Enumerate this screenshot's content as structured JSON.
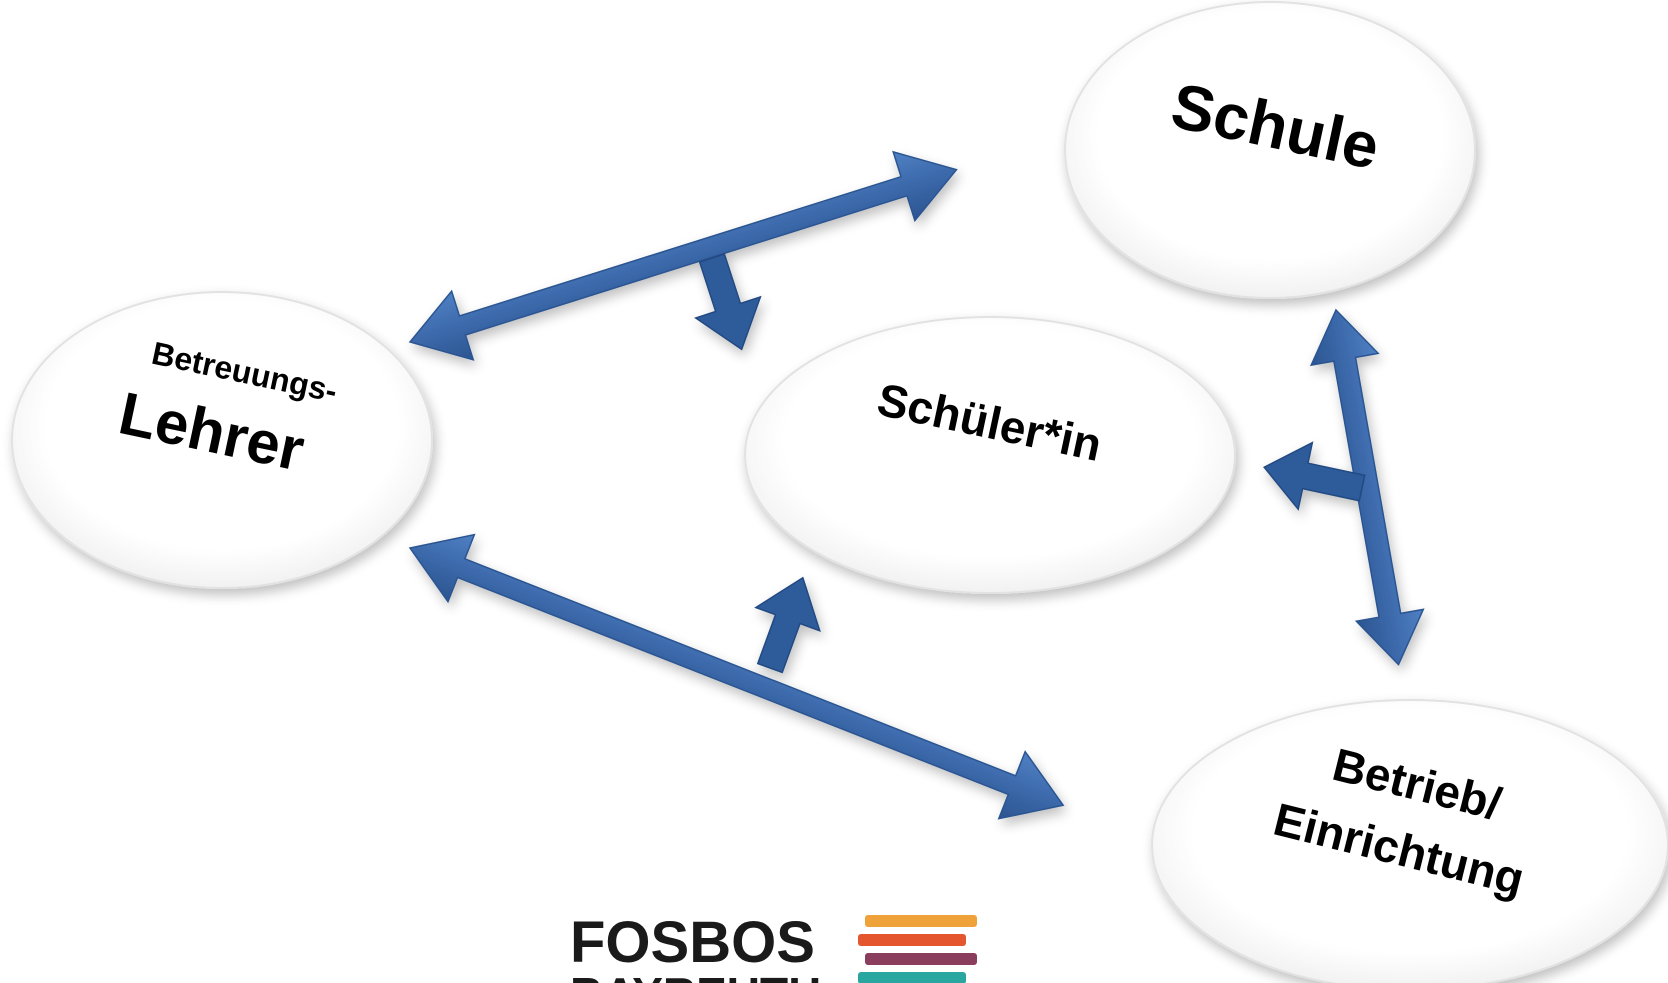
{
  "nodes": {
    "schule": {
      "label": "Schule"
    },
    "schueler": {
      "label": "Schüler*in"
    },
    "lehrer": {
      "line1": "Betreuungs-",
      "line2": "Lehrer"
    },
    "betrieb": {
      "line1": "Betrieb/",
      "line2": "Einrichtung"
    }
  },
  "logo": {
    "line1": "FOSBOS",
    "line2": "BAYREUTH",
    "stripe_colors": [
      "#f0a23a",
      "#e4572e",
      "#8a3d5c",
      "#2aa6a0"
    ]
  },
  "colors": {
    "arrow": "#3f6fb0",
    "arrow_shadow": "#1e3f6e",
    "ellipse_fill": "#ffffff",
    "ellipse_edge": "#d9d9d9"
  }
}
